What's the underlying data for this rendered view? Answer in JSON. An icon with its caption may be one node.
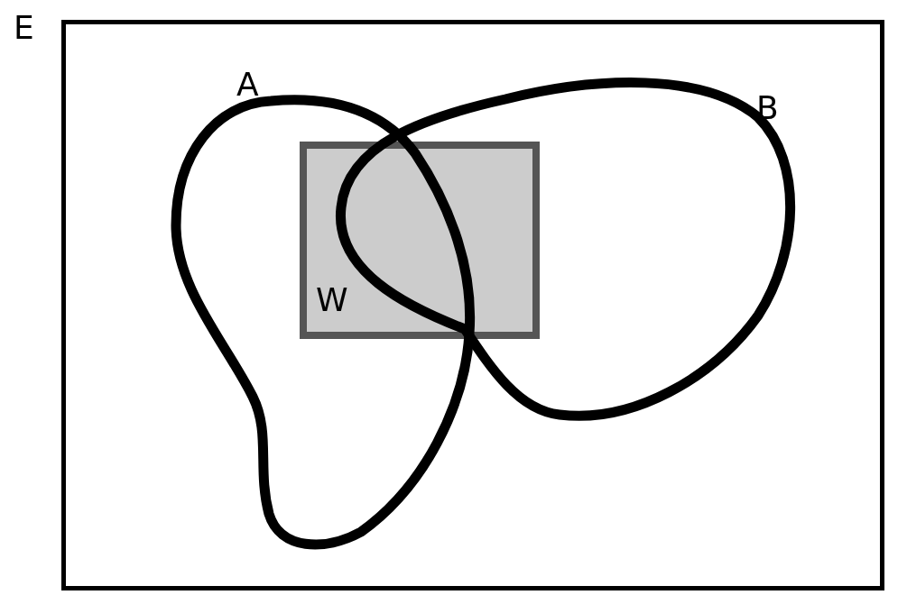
{
  "diagram": {
    "nodes": [
      {
        "text": [
          "E"
        ]
      },
      {
        "text": [
          "A"
        ],
        "in": 0
      },
      {
        "text": [
          "B"
        ],
        "in": 0
      },
      {
        "text": [
          "W"
        ],
        "in": 0
      }
    ]
  }
}
